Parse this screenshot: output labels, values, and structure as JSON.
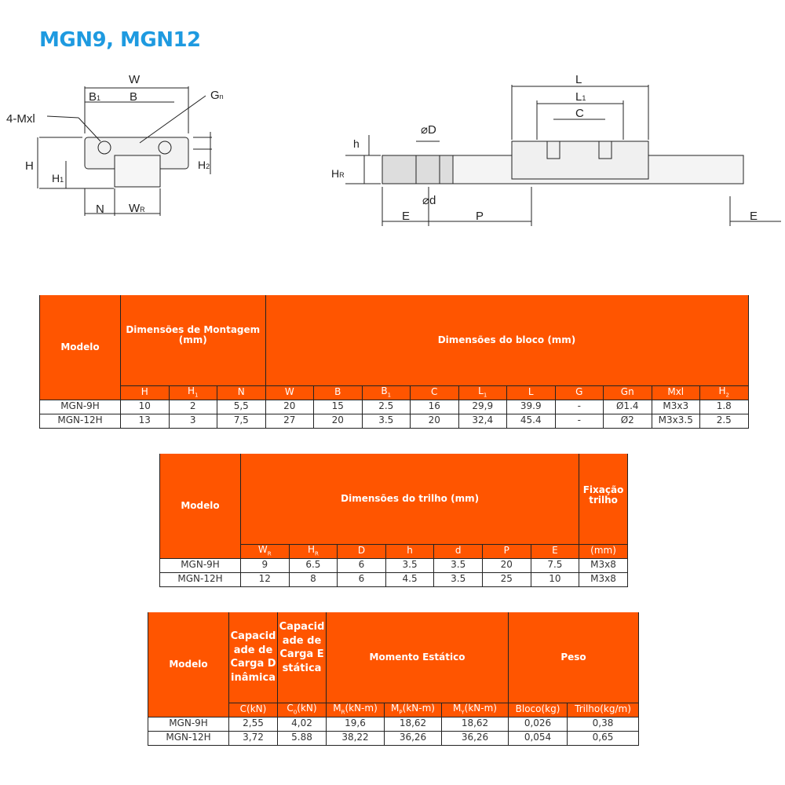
{
  "title": "MGN9, MGN12",
  "diagram": {
    "left": {
      "W": "W",
      "B1": "B",
      "B1sub": "1",
      "B": "B",
      "Gn": "G",
      "Gnsub": "n",
      "Mxl": "4-Mxl",
      "H": "H",
      "H1": "H",
      "H1sub": "1",
      "H2": "H",
      "H2sub": "2",
      "N": "N",
      "WR": "W",
      "WRsub": "R"
    },
    "right": {
      "L": "L",
      "L1": "L",
      "L1sub": "1",
      "C": "C",
      "D": "⌀D",
      "h": "h",
      "HR": "H",
      "HRsub": "R",
      "d": "⌀d",
      "E_left": "E",
      "P": "P",
      "E_right": "E"
    }
  },
  "colors": {
    "header": "#ff5500",
    "title": "#1e9ae0"
  },
  "table1": {
    "modelo": "Modelo",
    "group1": "Dimensões de Montagem (mm)",
    "group2": "Dimensões do bloco (mm)",
    "cols": [
      [
        "H",
        ""
      ],
      [
        "H",
        "1"
      ],
      [
        "N",
        ""
      ],
      [
        "W",
        ""
      ],
      [
        "B",
        ""
      ],
      [
        "B",
        "1"
      ],
      [
        "C",
        ""
      ],
      [
        "L",
        "1"
      ],
      [
        "L",
        ""
      ],
      [
        "G",
        ""
      ],
      [
        "Gn",
        ""
      ],
      [
        "Mxl",
        ""
      ],
      [
        "H",
        "2"
      ]
    ],
    "rows": [
      [
        "MGN-9H",
        "10",
        "2",
        "5,5",
        "20",
        "15",
        "2.5",
        "16",
        "29,9",
        "39.9",
        "-",
        "Ø1.4",
        "M3x3",
        "1.8"
      ],
      [
        "MGN-12H",
        "13",
        "3",
        "7,5",
        "27",
        "20",
        "3.5",
        "20",
        "32,4",
        "45.4",
        "-",
        "Ø2",
        "M3x3.5",
        "2.5"
      ]
    ]
  },
  "table2": {
    "modelo": "Modelo",
    "group1": "Dimensões do trilho (mm)",
    "group2": "Fixação trilho",
    "cols": [
      [
        "W",
        "R"
      ],
      [
        "H",
        "R"
      ],
      [
        "D",
        ""
      ],
      [
        "h",
        ""
      ],
      [
        "d",
        ""
      ],
      [
        "P",
        ""
      ],
      [
        "E",
        ""
      ],
      [
        "(mm)",
        ""
      ]
    ],
    "rows": [
      [
        "MGN-9H",
        "9",
        "6.5",
        "6",
        "3.5",
        "3.5",
        "20",
        "7.5",
        "M3x8"
      ],
      [
        "MGN-12H",
        "12",
        "8",
        "6",
        "4.5",
        "3.5",
        "25",
        "10",
        "M3x8"
      ]
    ]
  },
  "table3": {
    "modelo": "Modelo",
    "group1": "Capacidade de Carga Dinâmica",
    "group2": "Capacidade de Carga Estática",
    "group3": "Momento Estático",
    "group4": "Peso",
    "cols": [
      [
        "C(kN)",
        ""
      ],
      [
        "C",
        "0",
        "(kN)"
      ],
      [
        "M",
        "R",
        "(kN-m)"
      ],
      [
        "M",
        "P",
        "(kN-m)"
      ],
      [
        "M",
        "Y",
        "(kN-m)"
      ],
      [
        "Bloco(kg)",
        ""
      ],
      [
        "Trilho(kg/m)",
        ""
      ]
    ],
    "rows": [
      [
        "MGN-9H",
        "2,55",
        "4,02",
        "19,6",
        "18,62",
        "18,62",
        "0,026",
        "0,38"
      ],
      [
        "MGN-12H",
        "3,72",
        "5.88",
        "38,22",
        "36,26",
        "36,26",
        "0,054",
        "0,65"
      ]
    ]
  }
}
